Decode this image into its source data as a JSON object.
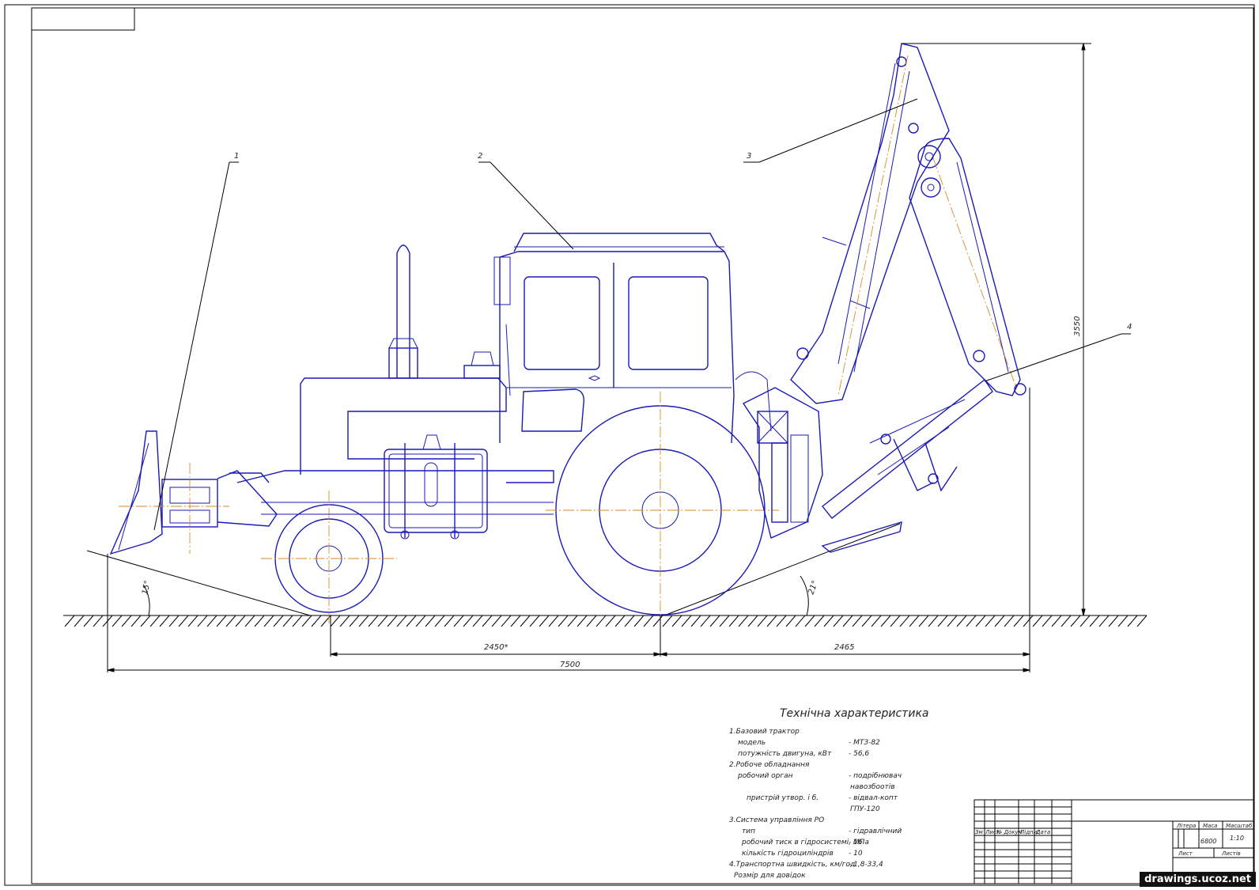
{
  "callouts": [
    "1",
    "2",
    "3",
    "4"
  ],
  "dimensions": {
    "wheelbase": "2450*",
    "rear_overhang": "2465",
    "total_length": "7500",
    "height": "3550",
    "front_angle": "15°",
    "rear_angle": "21°"
  },
  "spec": {
    "title": "Технічна характеристика",
    "rows": [
      {
        "label": "1.Базовий трактор",
        "value": ""
      },
      {
        "label": "модель",
        "value": "- МТЗ-82"
      },
      {
        "label": "потужність двигуна, кВт",
        "value": "- 56,6"
      },
      {
        "label": "2.Робоче обладнання",
        "value": ""
      },
      {
        "label": "робочий орган",
        "value": "- подрібнювач"
      },
      {
        "label": "",
        "value": "навозбоотів"
      },
      {
        "label": "пристрій утвор. і б.",
        "value": "- відвал-копт"
      },
      {
        "label": "",
        "value": "ГПУ-120"
      },
      {
        "label": "3.Система управління РО",
        "value": ""
      },
      {
        "label": "тип",
        "value": "- гідравлічний"
      },
      {
        "label": "робочий тиск в гідросистемі, МПа",
        "value": "- 16"
      },
      {
        "label": "кількість гідроциліндрів",
        "value": "- 10"
      },
      {
        "label": "4.Транспортна швидкість, км/год",
        "value": "- 1,8-33,4"
      },
      {
        "label": "Розмір для довідок",
        "value": ""
      }
    ]
  },
  "title_block": {
    "col_labels": [
      "Зм",
      "Лист",
      "№ Докум",
      "Підпис",
      "Дата"
    ],
    "lit_label": "Літера",
    "mass_label": "Маса",
    "scale_label": "Масштаб",
    "mass": "6800",
    "scale": "1:10",
    "sheet_label": "Лист",
    "sheets_label": "Листів"
  },
  "watermark": "drawings.ucoz.net"
}
